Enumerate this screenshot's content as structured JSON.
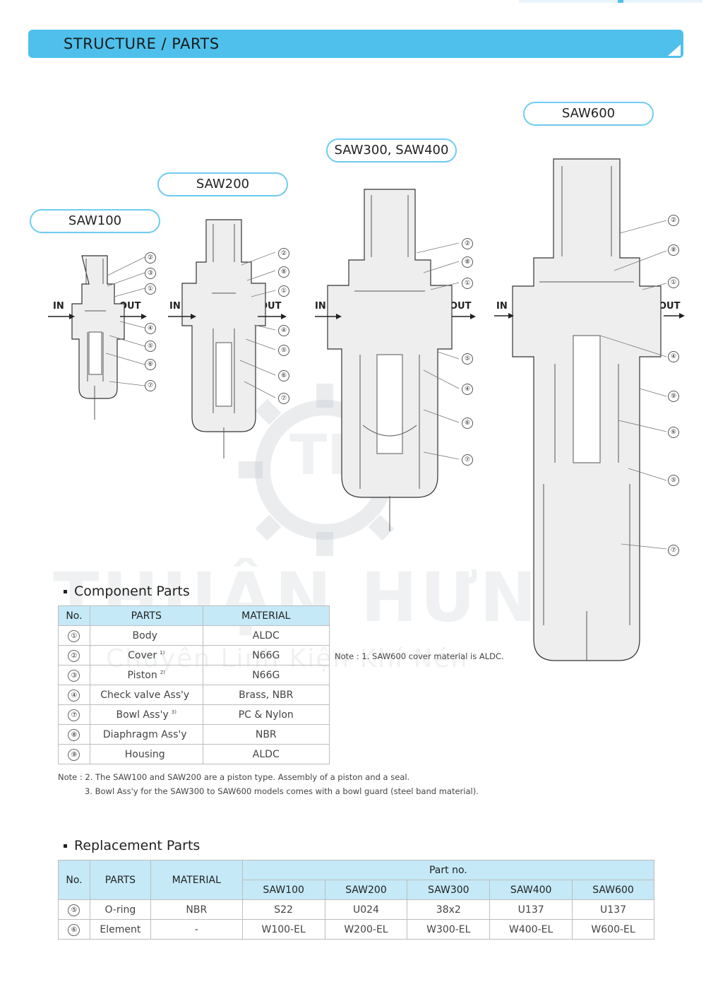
{
  "header": {
    "title": "STRUCTURE / PARTS"
  },
  "models": {
    "saw100": "SAW100",
    "saw200": "SAW200",
    "saw300": "SAW300, SAW400",
    "saw600": "SAW600"
  },
  "flow": {
    "in": "IN",
    "out": "OUT"
  },
  "watermark": {
    "brand": "THUẬN HƯNG",
    "tagline": "Chuyên Linh Kiện Khí Nén",
    "logo": "TH"
  },
  "component_parts": {
    "title": "Component Parts",
    "headers": [
      "No.",
      "PARTS",
      "MATERIAL"
    ],
    "rows": [
      {
        "no": "①",
        "part": "Body",
        "sup": "",
        "material": "ALDC"
      },
      {
        "no": "②",
        "part": "Cover",
        "sup": "1)",
        "material": "N66G"
      },
      {
        "no": "③",
        "part": "Piston",
        "sup": "2)",
        "material": "N66G"
      },
      {
        "no": "④",
        "part": "Check valve Ass'y",
        "sup": "",
        "material": "Brass, NBR"
      },
      {
        "no": "⑦",
        "part": "Bowl Ass'y",
        "sup": "3)",
        "material": "PC & Nylon"
      },
      {
        "no": "⑧",
        "part": "Diaphragm Ass'y",
        "sup": "",
        "material": "NBR"
      },
      {
        "no": "⑨",
        "part": "Housing",
        "sup": "",
        "material": "ALDC"
      }
    ],
    "side_note": "Note : 1. SAW600 cover material is ALDC.",
    "note2": "Note : 2. The SAW100 and SAW200 are a piston type. Assembly of a piston and a seal.",
    "note3": "3. Bowl Ass'y for the SAW300 to SAW600 models comes with a bowl guard (steel band material)."
  },
  "replacement_parts": {
    "title": "Replacement Parts",
    "headers": {
      "no": "No.",
      "parts": "PARTS",
      "material": "MATERIAL",
      "partno": "Part no."
    },
    "models": [
      "SAW100",
      "SAW200",
      "SAW300",
      "SAW400",
      "SAW600"
    ],
    "rows": [
      {
        "no": "⑤",
        "part": "O-ring",
        "material": "NBR",
        "values": [
          "S22",
          "U024",
          "38x2",
          "U137",
          "U137"
        ]
      },
      {
        "no": "⑥",
        "part": "Element",
        "material": "-",
        "values": [
          "W100-EL",
          "W200-EL",
          "W300-EL",
          "W400-EL",
          "W600-EL"
        ]
      }
    ]
  },
  "diagram_callouts": {
    "saw100": [
      "②",
      "③",
      "①",
      "④",
      "⑤",
      "⑥",
      "⑦"
    ],
    "saw200": [
      "②",
      "⑧",
      "①",
      "④",
      "⑤",
      "⑥",
      "⑦"
    ],
    "saw300": [
      "②",
      "⑧",
      "①",
      "⑤",
      "④",
      "⑥",
      "⑦"
    ],
    "saw600": [
      "②",
      "⑧",
      "①",
      "④",
      "⑨",
      "⑥",
      "⑤",
      "⑦"
    ]
  },
  "colors": {
    "accent": "#4fc0ec",
    "header_cell": "#c5e9f7",
    "pill_border": "#6fcdf0"
  }
}
